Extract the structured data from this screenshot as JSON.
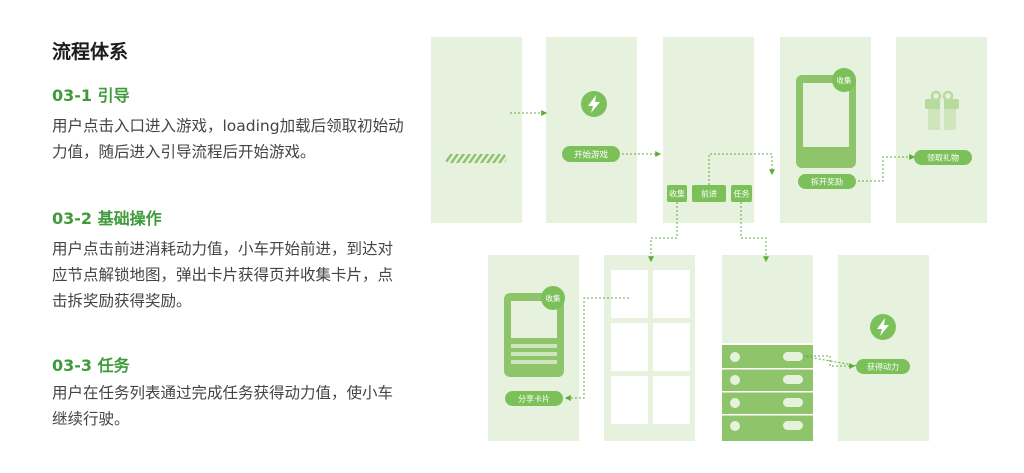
{
  "page": {
    "title": "流程体系"
  },
  "sections": [
    {
      "heading": "03-1 引导",
      "body": "用户点击入口进入游戏，loading加载后领取初始动力值，随后进入引导流程后开始游戏。"
    },
    {
      "heading": "03-2 基础操作",
      "body": "用户点击前进消耗动力值，小车开始前进，到达对应节点解锁地图，弹出卡片获得页并收集卡片，点击拆奖励获得奖励。"
    },
    {
      "heading": "03-3 任务",
      "body": "用户在任务列表通过完成任务获得动力值，使小车继续行驶。"
    }
  ],
  "flow": {
    "start_game": "开始游戏",
    "collect": "收集",
    "forward": "前进",
    "task": "任务",
    "open_reward": "拆开奖励",
    "claim_gift": "领取礼物",
    "collect_badge": "收集",
    "share_card": "分享卡片",
    "get_power": "获得动力",
    "loading_icon": "progress-stripes-icon",
    "power_icon": "lightning-icon",
    "gift_icon": "gift-icon"
  },
  "colors": {
    "accent": "#5fae3c",
    "panel": "#e6f2dd",
    "panel_dark": "#c7e3b1",
    "text_green": "#3f9a3a",
    "text_dark": "#1c1c1c"
  }
}
